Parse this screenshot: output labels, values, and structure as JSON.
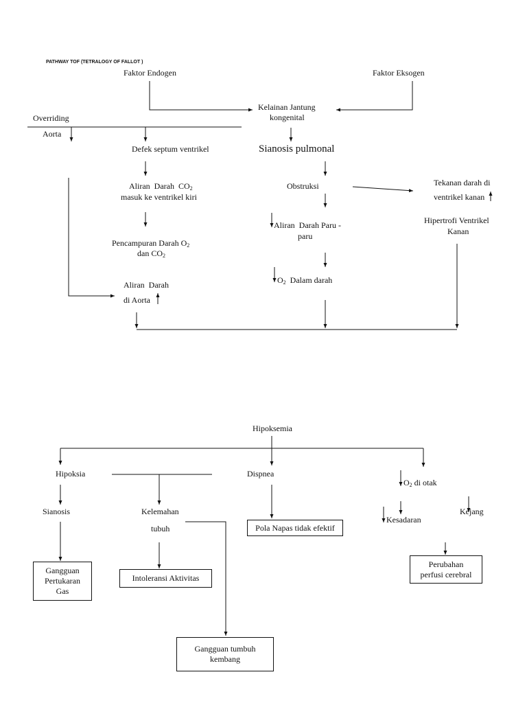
{
  "title": "PATHWAY TOF (TETRALOGY OF FALLOT )",
  "top": {
    "faktor_endogen": "Faktor Endogen",
    "faktor_eksogen": "Faktor Eksogen",
    "kelainan_jantung": [
      "Kelainan Jantung",
      "kongenital"
    ],
    "overriding_aorta": [
      "Overriding",
      "Aorta"
    ],
    "defek_septum": "Defek septum ventrikel",
    "sianosis_pulmonal": "Sianosis pulmonal",
    "aliran_co2": {
      "line1": "Aliran  Darah  CO",
      "line1_sub": "2",
      "line2": "masuk ke ventrikel kiri"
    },
    "obstruksi": "Obstruksi",
    "tekanan_darah": {
      "lines": [
        "Tekanan darah di",
        "ventrikel kanan"
      ],
      "indicator_icon": "arrow-up-icon"
    },
    "hipertrofi": [
      "Hipertrofi Ventrikel",
      "Kanan"
    ],
    "aliran_paru": {
      "lines": [
        "Aliran  Darah Paru -",
        "paru"
      ],
      "indicator_icon": "arrow-down-icon"
    },
    "pencampuran": {
      "line1": "Pencampuran Darah O",
      "line1_sub": "2",
      "line2": "dan CO",
      "line2_sub": "2"
    },
    "o2_darah": {
      "prefix": "O",
      "sub": "2",
      "suffix": "  Dalam darah",
      "indicator_icon": "arrow-down-icon"
    },
    "aliran_aorta": {
      "lines": [
        "Aliran  Darah",
        "di Aorta"
      ],
      "indicator_icon": "arrow-up-icon"
    }
  },
  "bottom": {
    "hipoksemia": "Hipoksemia",
    "hipoksia": "Hipoksia",
    "dispnea": "Dispnea",
    "o2_otak": {
      "prefix": "O",
      "sub": "2",
      "suffix": " di otak",
      "indicator_icon": "arrow-down-icon"
    },
    "sianosis": "Sianosis",
    "kelemahan": [
      "Kelemahan",
      "tubuh"
    ],
    "kesadaran": {
      "label": "Kesadaran",
      "indicator_icon": "arrow-down-icon"
    },
    "kejang": {
      "label": "Kejang",
      "indicator_icon": "arrow-down-icon"
    },
    "diagnoses": {
      "pola_napas": "Pola Napas tidak efektif",
      "gangguan_pertukaran_gas": [
        "Gangguan",
        "Pertukaran",
        "Gas"
      ],
      "intoleransi_aktivitas": "Intoleransi Aktivitas",
      "perubahan_perfusi": [
        "Perubahan",
        "perfusi cerebral"
      ],
      "gangguan_tumbuh_kembang": [
        "Gangguan tumbuh",
        "kembang"
      ]
    }
  }
}
